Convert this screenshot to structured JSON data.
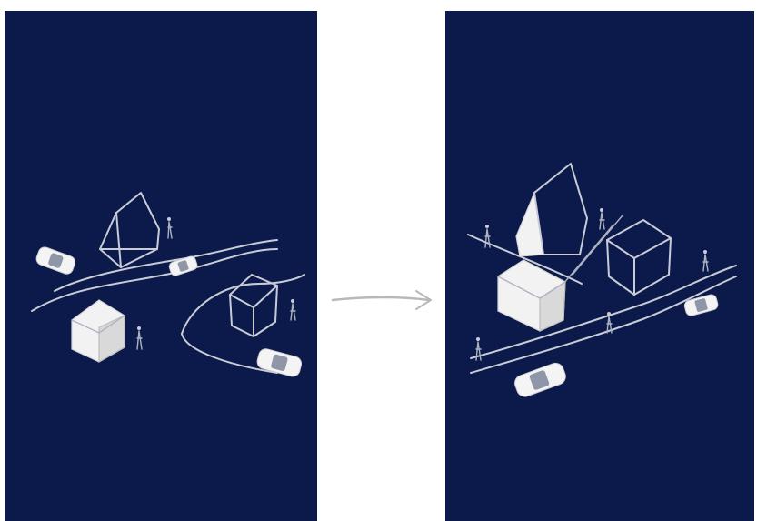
{
  "colors": {
    "panel_background": "#0b1a4a",
    "page_background": "#ffffff",
    "sketch_line": "#c9ccd6",
    "arrow": "#b8b8b8"
  },
  "scene": {
    "left_panel": {
      "depicts": [
        "house-outline",
        "box-building-solid",
        "cube-outline",
        "car",
        "car",
        "car",
        "pedestrian",
        "pedestrian",
        "pedestrian",
        "road"
      ]
    },
    "right_panel": {
      "depicts": [
        "house-outline-shaded",
        "box-building-solid",
        "cube-outline",
        "car",
        "car",
        "pedestrian",
        "pedestrian",
        "pedestrian",
        "pedestrian",
        "pedestrian",
        "road"
      ]
    },
    "transition": {
      "icon": "arrow-right-icon"
    }
  }
}
